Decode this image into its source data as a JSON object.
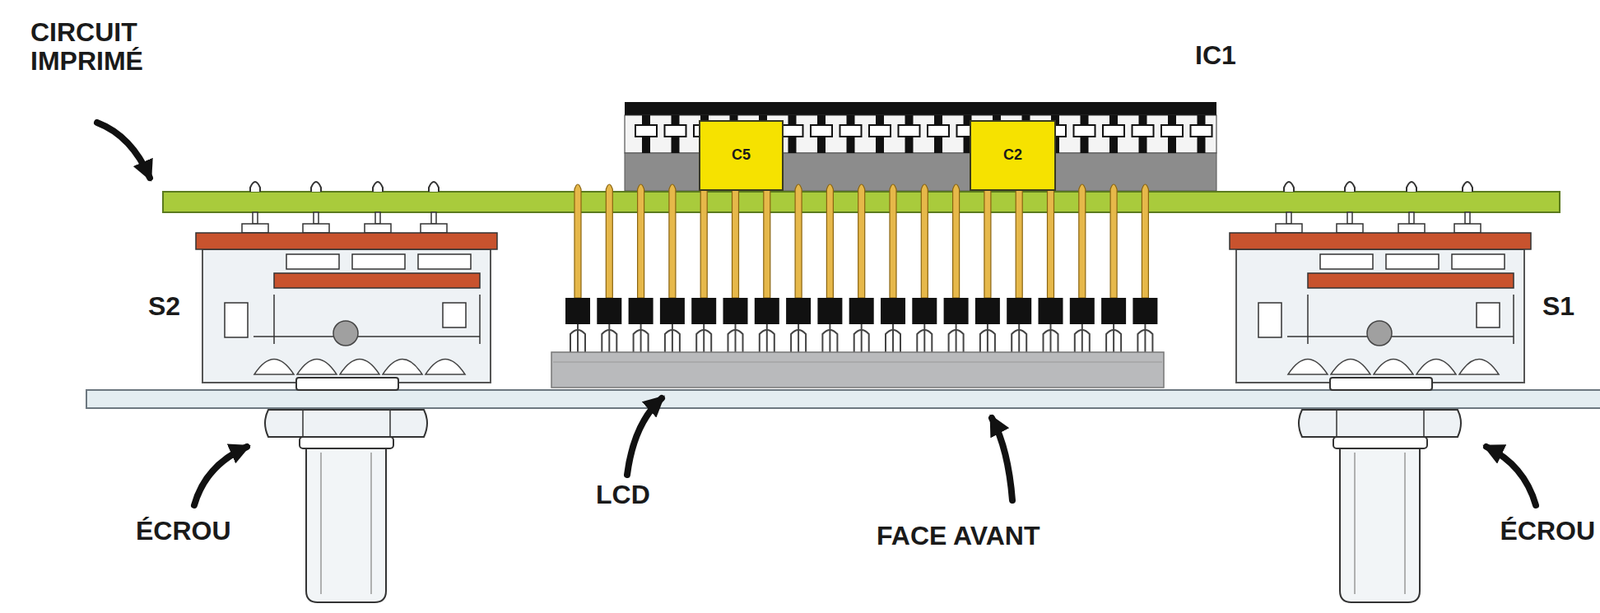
{
  "diagram": {
    "nodes": [
      {
        "text": [
          "C5"
        ]
      },
      {
        "text": [
          "C2"
        ]
      }
    ],
    "labels": [
      "CIRCUIT IMPRIMÉ",
      "IC1",
      "S2",
      "S1",
      "ÉCROU",
      "LCD",
      "FACE AVANT",
      "ÉCROU"
    ]
  }
}
